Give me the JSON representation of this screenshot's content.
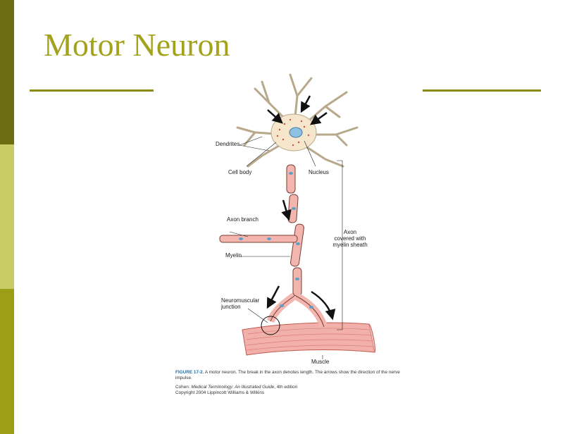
{
  "slide": {
    "title": "Motor Neuron",
    "accent_colors": {
      "title": "#a3a21c",
      "bar_top": "#6b6d10",
      "bar_mid": "#c9cc66",
      "bar_bottom": "#9c9e16"
    }
  },
  "figure": {
    "labels": {
      "dendrites": "Dendrites",
      "cell_body": "Cell body",
      "nucleus": "Nucleus",
      "axon_branch": "Axon branch",
      "axon_line1": "Axon",
      "axon_line2": "covered with",
      "axon_line3": "myelin sheath",
      "myelin": "Myelin",
      "nmj_line1": "Neuromuscular",
      "nmj_line2": "junction",
      "muscle": "Muscle"
    },
    "caption": {
      "figure_number": "FIGURE 17-2.",
      "text": " A motor neuron. The break in the axon denotes length. The arrows show the direction of the nerve impulse.",
      "credit_author": "Cohen: ",
      "credit_book": "Medical Terminology: An Illustrated Guide",
      "credit_edition": ", 4th edition",
      "copyright": "Copyright 2004 Lippincott Williams & Wilkins"
    }
  }
}
